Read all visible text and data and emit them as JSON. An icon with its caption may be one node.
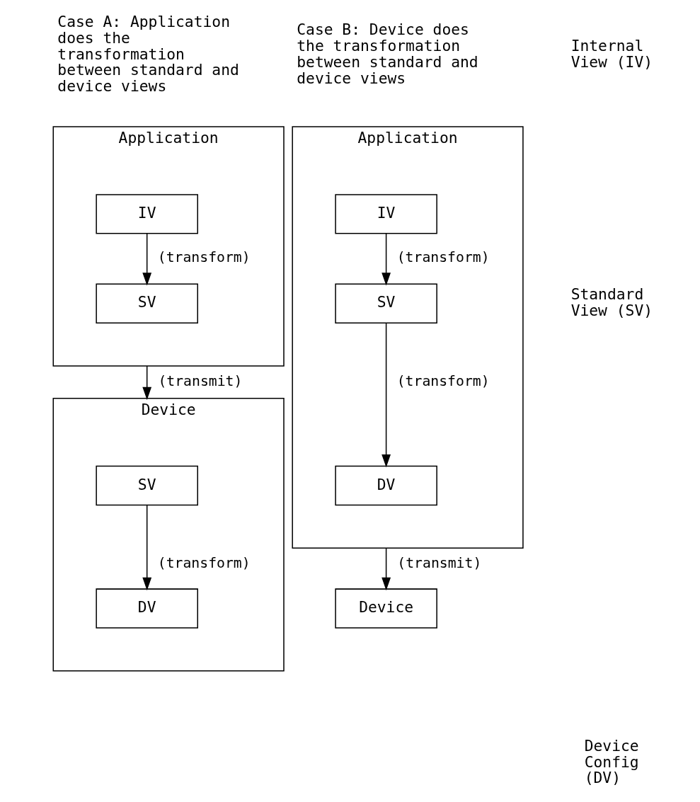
{
  "diagram": {
    "nodes": [
      {
        "text": [
          "Application"
        ]
      },
      {
        "text": [
          "IV"
        ],
        "in": 0
      },
      {
        "text": [
          "SV"
        ],
        "in": 0
      },
      {
        "text": [
          "Device"
        ]
      },
      {
        "text": [
          "SV"
        ],
        "in": 3
      },
      {
        "text": [
          "DV"
        ],
        "in": 3
      },
      {
        "text": [
          "Application"
        ]
      },
      {
        "text": [
          "IV"
        ],
        "in": 6
      },
      {
        "text": [
          "SV"
        ],
        "in": 6
      },
      {
        "text": [
          "DV"
        ],
        "in": 6
      },
      {
        "text": [
          "Device"
        ]
      }
    ],
    "edges": [
      {
        "from": 1,
        "to": 2,
        "arrow": "to",
        "label": "(transform)"
      },
      {
        "from": 0,
        "to": 3,
        "arrow": "to",
        "label": "(transmit)"
      },
      {
        "from": 4,
        "to": 5,
        "arrow": "to",
        "label": "(transform)"
      },
      {
        "from": 7,
        "to": 8,
        "arrow": "to",
        "label": "(transform)"
      },
      {
        "from": 8,
        "to": 9,
        "arrow": "to",
        "label": "(transform)"
      },
      {
        "from": 6,
        "to": 10,
        "arrow": "to",
        "label": "(transmit)"
      }
    ],
    "labels": [
      "Case A: Application does the transformation between standard and device views",
      "Case B: Device does the transformation between standard and device views",
      "Internal View (IV)",
      "Standard View (SV)",
      "Device Config (DV)"
    ]
  }
}
